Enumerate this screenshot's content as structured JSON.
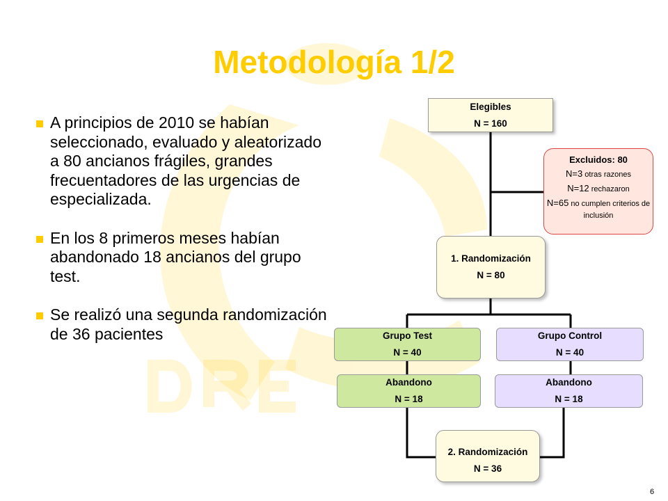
{
  "slide": {
    "title": "Metodología 1/2",
    "page_number": "6",
    "accent_color": "#ffcc00"
  },
  "bullets": [
    {
      "text": "A principios de 2010 se habían seleccionado, evaluado y aleatorizado a 80 ancianos frágiles, grandes frecuentadores de las urgencias de especializada."
    },
    {
      "text": "En los 8 primeros meses habían abandonado 18 ancianos del grupo test."
    },
    {
      "text": "Se realizó una segunda randomización de 36 pacientes"
    }
  ],
  "flowchart": {
    "elegibles": {
      "label": "Elegibles",
      "count": "N = 160"
    },
    "excluidos": {
      "title": "Excluidos: 80",
      "r1_n": "N=3",
      "r1_text": " otras razones",
      "r2_n": "N=12",
      "r2_text": " rechazaron",
      "r3_n": "N=65",
      "r3_text": " no cumplen criterios de inclusión"
    },
    "randomizacion1": {
      "label": "1. Randomización",
      "count": "N = 80"
    },
    "grupo_test": {
      "label": "Grupo Test",
      "count": "N = 40",
      "color": "#cfe8a0"
    },
    "grupo_control": {
      "label": "Grupo Control",
      "count": "N = 40",
      "color": "#e6ddff"
    },
    "abandono_test": {
      "label": "Abandono",
      "count": "N = 18"
    },
    "abandono_control": {
      "label": "Abandono",
      "count": "N = 18"
    },
    "randomizacion2": {
      "label": "2. Randomización",
      "count": "N = 36"
    }
  }
}
